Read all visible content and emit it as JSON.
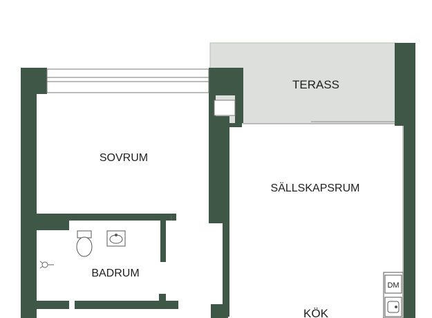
{
  "rooms": {
    "terrace": "TERASS",
    "bedroom": "SOVRUM",
    "living_room": "SÄLLSKAPSRUM",
    "bathroom": "BADRUM",
    "kitchen": "KÖK"
  },
  "fixtures": {
    "dishwasher": "DM"
  },
  "colors": {
    "wall": "#3e5746",
    "terrace_fill": "#dcdfdc",
    "background": "#ffffff"
  }
}
